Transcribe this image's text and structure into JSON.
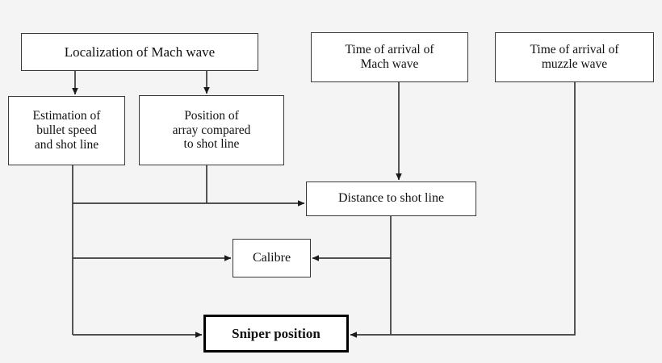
{
  "diagram": {
    "title": "Sniper localization flowchart",
    "background_color": "#f4f4f4",
    "line_color": "#3a3a3a",
    "box_fill": "#ffffff",
    "nodes": {
      "localization": "Localization of Mach wave",
      "toa_mach": "Time of arrival of\nMach wave",
      "toa_muzzle": "Time of arrival of\nmuzzle wave",
      "estimation": "Estimation of\nbullet speed\nand shot line",
      "position": "Position of\narray compared\nto shot line",
      "distance": "Distance to shot line",
      "calibre": "Calibre",
      "sniper": "Sniper position"
    },
    "edges": [
      {
        "from": "localization",
        "to": "estimation",
        "arrow": true
      },
      {
        "from": "localization",
        "to": "position",
        "arrow": true
      },
      {
        "from": "estimation",
        "to": "distance",
        "arrow": true
      },
      {
        "from": "estimation",
        "to": "calibre",
        "arrow": true
      },
      {
        "from": "estimation",
        "to": "sniper",
        "arrow": true
      },
      {
        "from": "position",
        "to": "distance",
        "arrow": true
      },
      {
        "from": "toa_mach",
        "to": "distance",
        "arrow": true
      },
      {
        "from": "distance",
        "to": "calibre",
        "arrow": true
      },
      {
        "from": "distance",
        "to": "sniper",
        "arrow": true
      },
      {
        "from": "toa_muzzle",
        "to": "sniper",
        "arrow": true
      }
    ]
  }
}
